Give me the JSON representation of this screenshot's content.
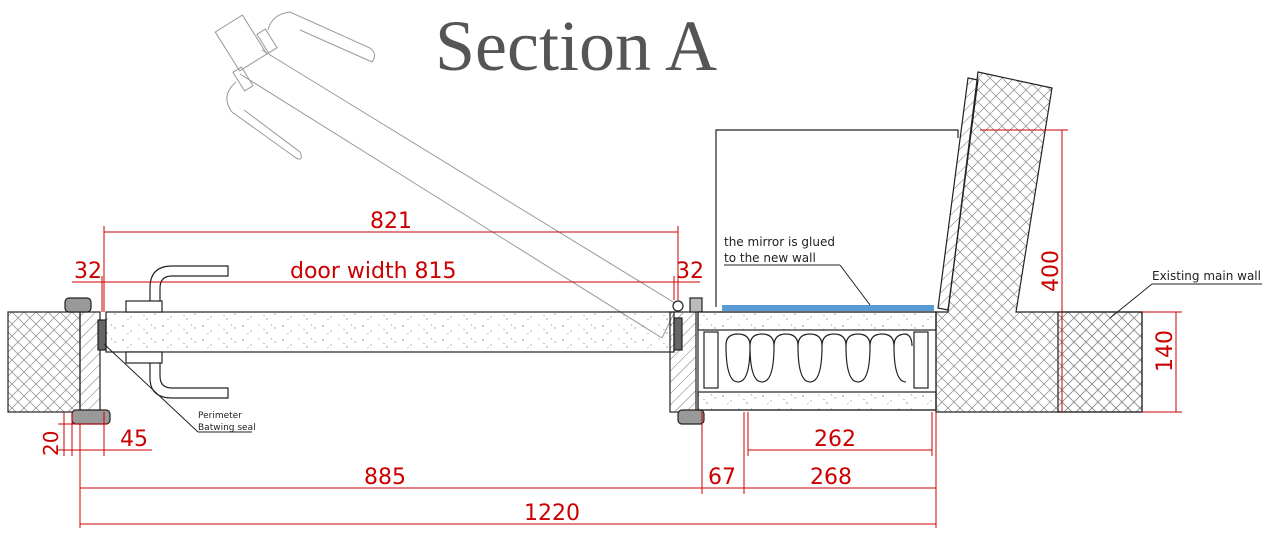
{
  "title": "Section A",
  "dimensions": {
    "overall_821": "821",
    "door_width": "door width 815",
    "left_32": "32",
    "right_32": "32",
    "wall_400": "400",
    "wall_140": "140",
    "frame_20": "20",
    "frame_45": "45",
    "panel_262": "262",
    "run_885": "885",
    "gap_67": "67",
    "run_268": "268",
    "total_1220": "1220"
  },
  "notes": {
    "mirror_line1": "the mirror is glued",
    "mirror_line2": "to the new wall",
    "existing_wall": "Existing main wall",
    "seal_line1": "Perimeter",
    "seal_line2": "Batwing seal"
  },
  "colors": {
    "dimension": "#cc0000",
    "mirror": "#5b9bd5",
    "outline": "#222222",
    "title": "#555555"
  }
}
